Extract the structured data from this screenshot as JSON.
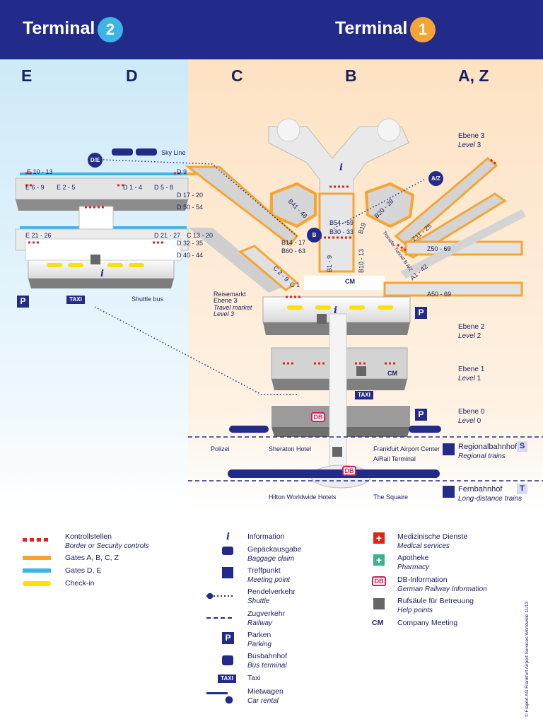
{
  "header": {
    "terminal2_label": "Terminal",
    "terminal2_number": "2",
    "terminal1_label": "Terminal",
    "terminal1_number": "1"
  },
  "colors": {
    "header_bg": "#232b8a",
    "terminal2_badge": "#3cb4e6",
    "terminal1_badge": "#f5a533",
    "gates_abcz": "#f5a533",
    "gates_de": "#3cb4e6",
    "checkin": "#fbe100",
    "security": "#e2231a",
    "db_red": "#d0215a",
    "pharmacy": "#3bb18f"
  },
  "halls": [
    "E",
    "D",
    "C",
    "B",
    "A, Z"
  ],
  "gates_t2": {
    "e10_13": "E 10 - 13",
    "d9": "D 9",
    "e6_9": "E 6 - 9",
    "e2_5": "E 2 - 5",
    "d1_4": "D 1 - 4",
    "d5_8": "D 5 - 8",
    "d17_20": "D 17 - 20",
    "d50_54": "D 50 - 54",
    "e21_26": "E 21 - 26",
    "d21_27": "D 21 - 27",
    "c13_20": "C 13 - 20",
    "d32_35": "D 32 - 35",
    "d40_44": "D 40 - 44"
  },
  "gates_t1": {
    "b41_48": "B41 - 48",
    "b54_59": "B54 - 59",
    "b20_28": "B20 - 28",
    "b30_33": "B30 - 33",
    "b19": "B19",
    "b14_17": "B14 - 17",
    "b60_63": "B60 - 63",
    "b1_9": "B1 - 9",
    "b10_13": "B10 - 13",
    "c2_9": "C 2 - 9",
    "c1": "C 1",
    "z11_25": "Z11 - 25",
    "z50_69": "Z50 - 69",
    "a1_42": "A1 - 42",
    "a50_69": "A50 - 69",
    "transfer_tunnel": "Transfer Tunnel B A/Z"
  },
  "map_labels": {
    "sky_line": "Sky Line",
    "de_badge": "D/E",
    "az_badge": "A/Z",
    "b_badge": "B",
    "shuttle_bus": "Shuttle bus",
    "taxi": "TAXI",
    "parking": "P",
    "db": "DB",
    "cm": "CM",
    "reisemarkt_de": "Reisemarkt",
    "reisemarkt_ebene": "Ebene 3",
    "travel_market": "Travel market",
    "travel_level": "Level 3",
    "polizei": "Polizei",
    "sheraton": "Sheraton Hotel",
    "airport_center": "Frankfurt Airport Center",
    "airrail": "AiRail Terminal",
    "hilton": "Hilton Worldwide Hotels",
    "squaire": "The Squaire",
    "hall_c": "C",
    "hall_b": "B",
    "hall_a": "A",
    "hall_e": "E",
    "hall_d": "D"
  },
  "levels": [
    {
      "de": "Ebene 3",
      "en": "Level"
    },
    {
      "de": "Ebene 2",
      "en": "Level"
    },
    {
      "de": "Ebene 1",
      "en": "Level"
    },
    {
      "de": "Ebene 0",
      "en": "Level"
    }
  ],
  "stations": {
    "regional_de": "Regionalbahnhof",
    "regional_en": "Regional trains",
    "regional_letter": "S",
    "long_de": "Fernbahnhof",
    "long_en": "Long-distance trains",
    "long_letter": "T"
  },
  "legend": {
    "security_de": "Kontrollstellen",
    "security_en": "Border or Security controls",
    "gates_abcz": "Gates A, B, C, Z",
    "gates_de": "Gates D, E",
    "checkin": "Check-in",
    "info_de": "Information",
    "baggage_de": "Gepäckausgabe",
    "baggage_en": "Baggage claim",
    "meeting_de": "Treffpunkt",
    "meeting_en": "Meeting point",
    "shuttle_de": "Pendelverkehr",
    "shuttle_en": "Shuttle",
    "train_de": "Zugverkehr",
    "train_en": "Railway",
    "parking_de": "Parken",
    "parking_en": "Parking",
    "bus_de": "Busbahnhof",
    "bus_en": "Bus terminal",
    "taxi_de": "Taxi",
    "rental_de": "Mietwagen",
    "rental_en": "Car rental",
    "medical_de": "Medizinische Dienste",
    "medical_en": "Medical services",
    "pharmacy_de": "Apotheke",
    "pharmacy_en": "Pharmacy",
    "dbinfo_de": "DB-Information",
    "dbinfo_en": "German Railway Information",
    "help_de": "Rufsäule für Betreuung",
    "help_en": "Help points",
    "cm_label": "CM",
    "cm_de": "Company Meeting"
  },
  "copyright": "© Fraport AG Frankfurt Airport Services Worldwide 11/13"
}
